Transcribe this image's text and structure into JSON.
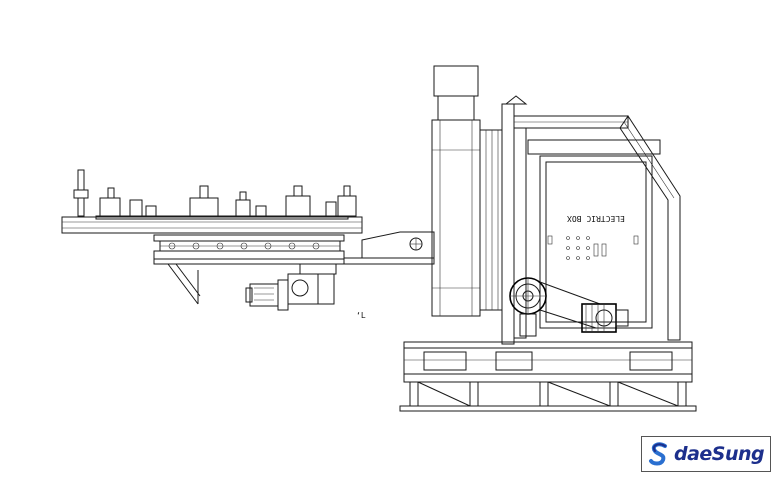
{
  "drawing": {
    "electric_box_label": "ELECTRIC BOX",
    "small_mark": "‘L"
  },
  "logo": {
    "text": "daeSung",
    "brand_color": "#1c2f8c",
    "accent_color": "#2a6fd0"
  }
}
